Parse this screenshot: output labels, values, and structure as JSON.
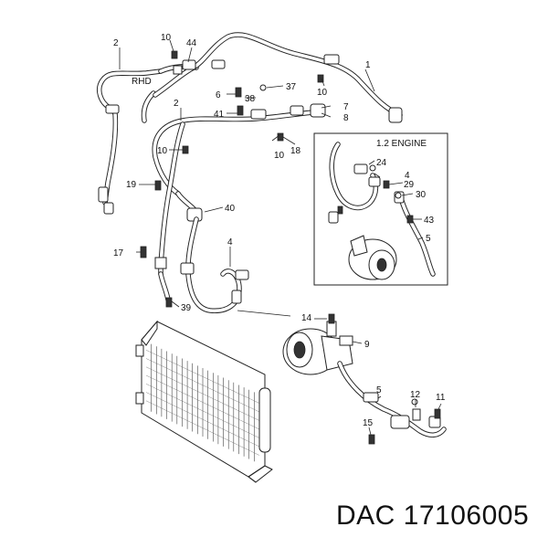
{
  "diagram": {
    "rhd_label": "RHD",
    "engine_label": "1.2 ENGINE",
    "callouts": {
      "c1": "1",
      "c2a": "2",
      "c2b": "2",
      "c4": "4",
      "c5": "5",
      "c6": "6",
      "c7": "7",
      "c8": "8",
      "c9": "9",
      "c10a": "10",
      "c10b": "10",
      "c10c": "10",
      "c10d": "10",
      "c11": "11",
      "c12": "12",
      "c14": "14",
      "c15": "15",
      "c17": "17",
      "c18": "18",
      "c19": "19",
      "c37": "37",
      "c38": "38",
      "c39": "39",
      "c40": "40",
      "c41": "41",
      "c44": "44",
      "e24": "24",
      "e4": "4",
      "e29": "29",
      "e30": "30",
      "e43": "43",
      "e5": "5"
    }
  },
  "caption": {
    "text": "DAC 17106005"
  }
}
